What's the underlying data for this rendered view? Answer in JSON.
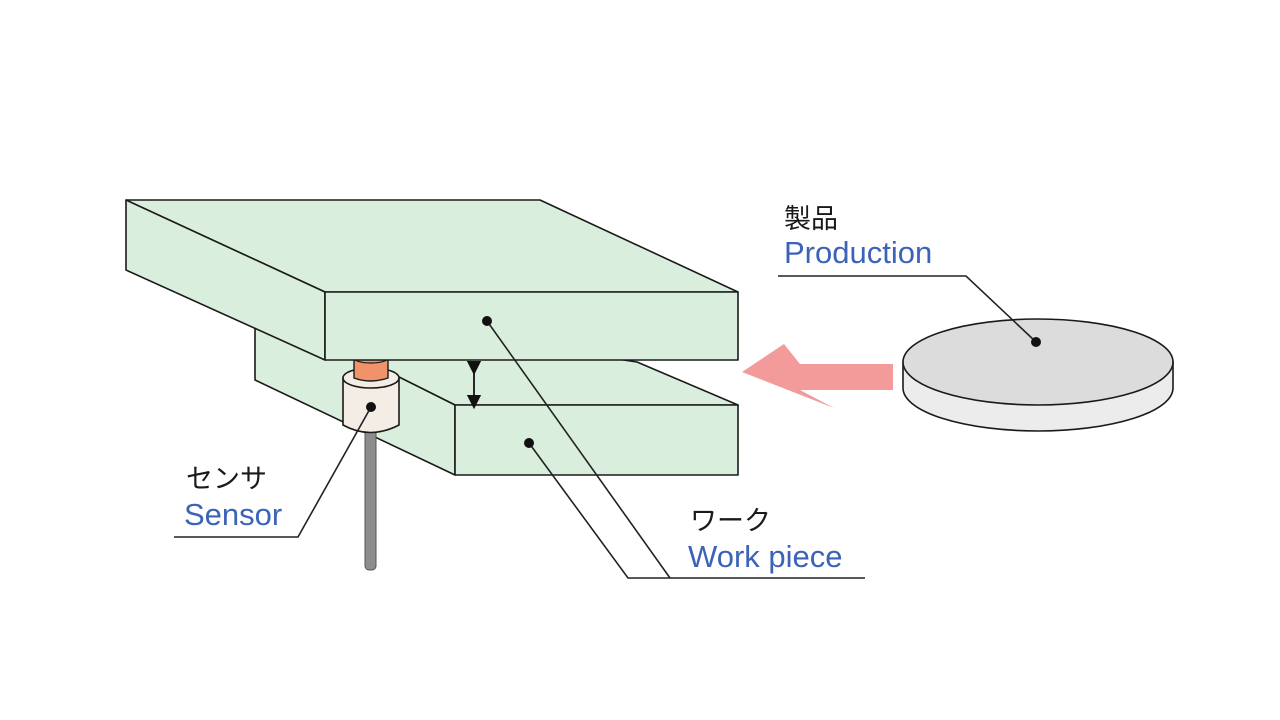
{
  "labels": {
    "production": {
      "jp": "製品",
      "en": "Production"
    },
    "sensor": {
      "jp": "センサ",
      "en": "Sensor"
    },
    "work_piece": {
      "jp": "ワーク",
      "en": "Work piece"
    }
  },
  "colors": {
    "plate_fill": "#d9eedd",
    "disk_top": "#dcdcdc",
    "disk_side": "#ececec",
    "sensor_tip": "#f0936b",
    "sensor_body": "#f3ede6",
    "sensor_rod": "#8d8d8d",
    "arrow": "#f39a9a",
    "english_text": "#3b63b8"
  },
  "icons": {
    "feed_direction": "arrow-left-icon",
    "gap": "double-arrow-vertical-icon"
  }
}
